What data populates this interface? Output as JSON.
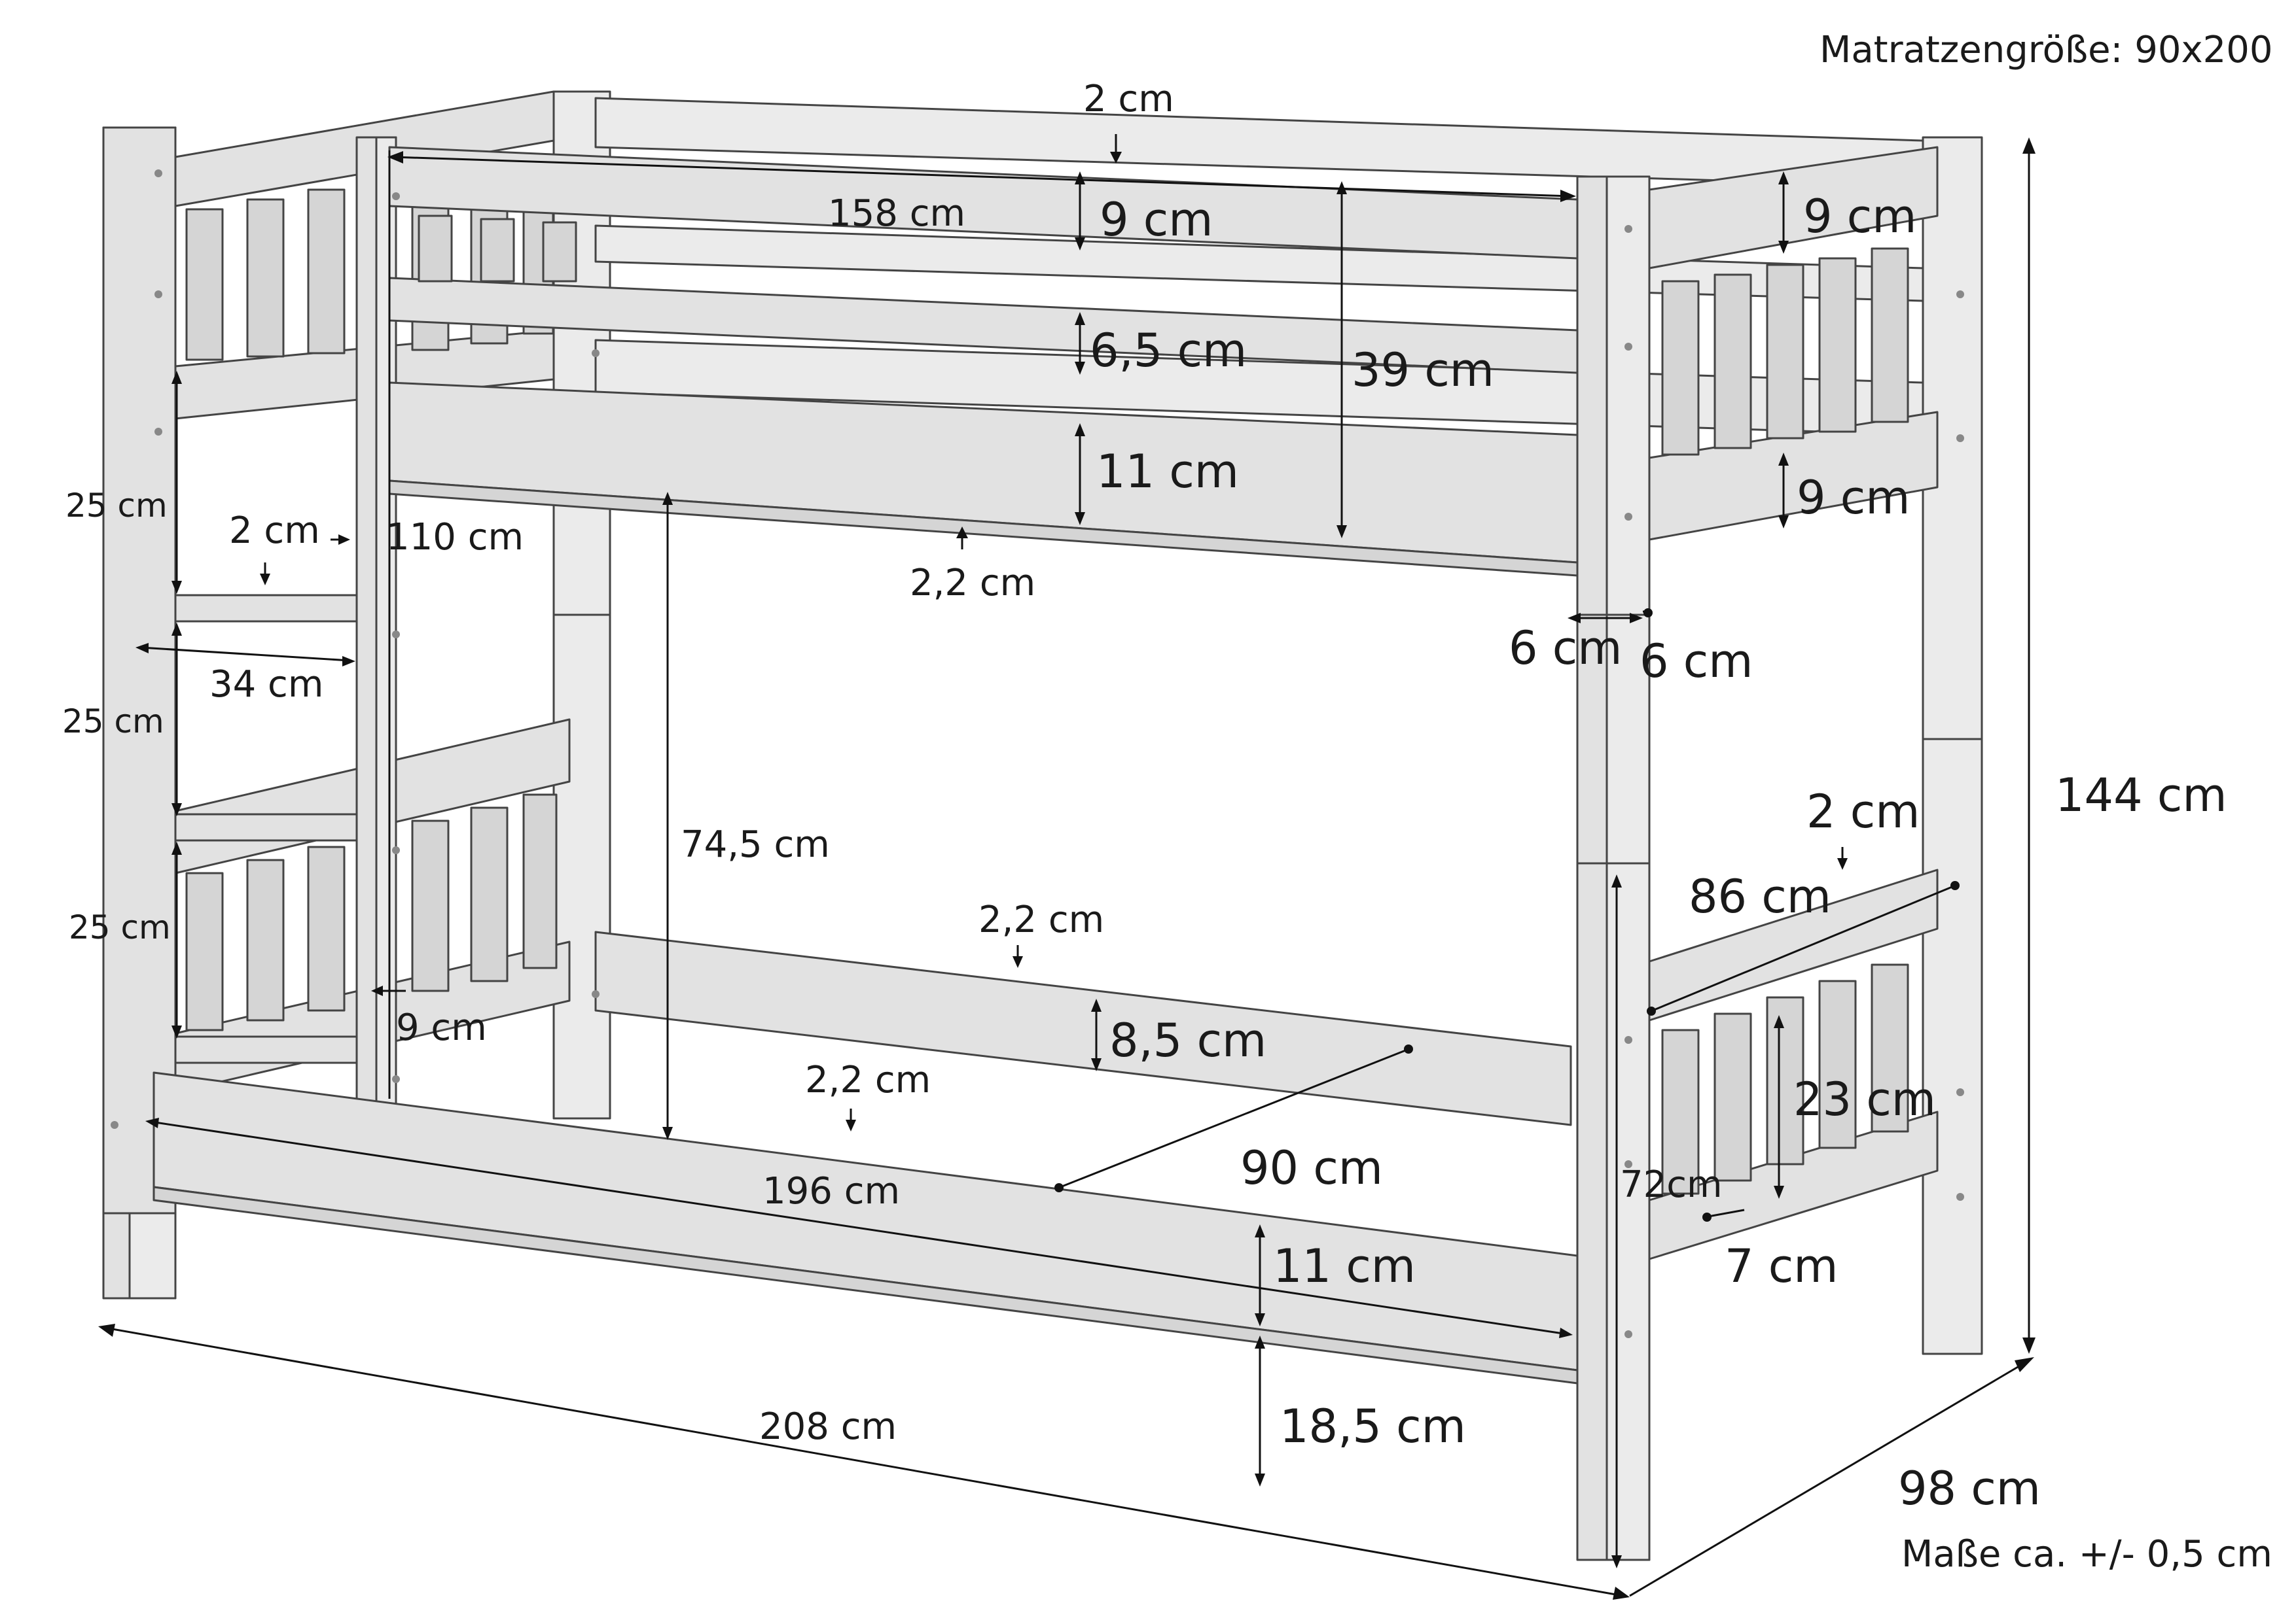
{
  "header": {
    "mattress_size": "Matratzengröße: 90x200"
  },
  "footer": {
    "tolerance": "Maße ca. +/- 0,5 cm"
  },
  "dimensions": {
    "rail_gap_top": "2 cm",
    "guard_rail_length": "158 cm",
    "guard_rail_top_height": "9 cm",
    "guard_rail_mid_height": "6,5 cm",
    "guard_height": "39 cm",
    "upper_frame_height": "11 cm",
    "upper_frame_offset": "2,2 cm",
    "head_rail_top": "9 cm",
    "head_rail_bottom": "9 cm",
    "post_width_a": "6 cm",
    "post_width_b": "6 cm",
    "total_height": "144 cm",
    "ladder_rung_1": "25 cm",
    "ladder_rung_2": "25 cm",
    "ladder_rung_3": "25 cm",
    "ladder_rail_gap": "2 cm",
    "ladder_height": "110 cm",
    "ladder_width": "34 cm",
    "clearance": "74,5 cm",
    "ladder_guard": "9 cm",
    "inner_rail_offset": "2,2 cm",
    "inner_rail_height": "8,5 cm",
    "lower_frame_offset": "2,2 cm",
    "lower_frame_length": "196 cm",
    "inner_width": "90 cm",
    "lower_frame_height": "11 cm",
    "floor_clearance": "18,5 cm",
    "overall_length": "208 cm",
    "overall_width": "98 cm",
    "foot_top_offset": "2 cm",
    "foot_rail_length": "86 cm",
    "foot_slat_height": "23 cm",
    "foot_end_height": "72cm",
    "foot_slat_gap": "7 cm"
  }
}
